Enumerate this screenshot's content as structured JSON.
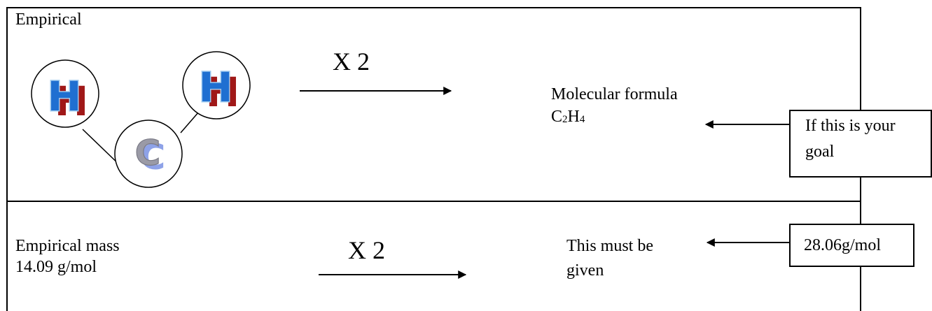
{
  "top_panel": {
    "title": "Empirical",
    "multiplier": "X 2",
    "molecular_label": "Molecular formula",
    "formula": [
      {
        "t": "C",
        "sub": "2"
      },
      {
        "t": "H",
        "sub": "4"
      }
    ],
    "goal_lines": [
      "If this is your",
      "goal"
    ]
  },
  "molecule": {
    "atoms": [
      {
        "symbol": "H",
        "name": "hydrogen-atom-left"
      },
      {
        "symbol": "C",
        "name": "carbon-atom"
      },
      {
        "symbol": "H",
        "name": "hydrogen-atom-right"
      }
    ]
  },
  "bottom_panel": {
    "mass_label": "Empirical mass",
    "mass_value": "14.09 g/mol",
    "multiplier": "X 2",
    "given_lines": [
      "This must be",
      "given"
    ],
    "molar_mass": "28.06g/mol"
  },
  "colors": {
    "h_face": "#1f6fd1",
    "h_outline": "#9cc8ee",
    "h_shadow": "#a01818",
    "c_face": "#9a9aa6",
    "c_shadow": "#8ea2e8"
  }
}
